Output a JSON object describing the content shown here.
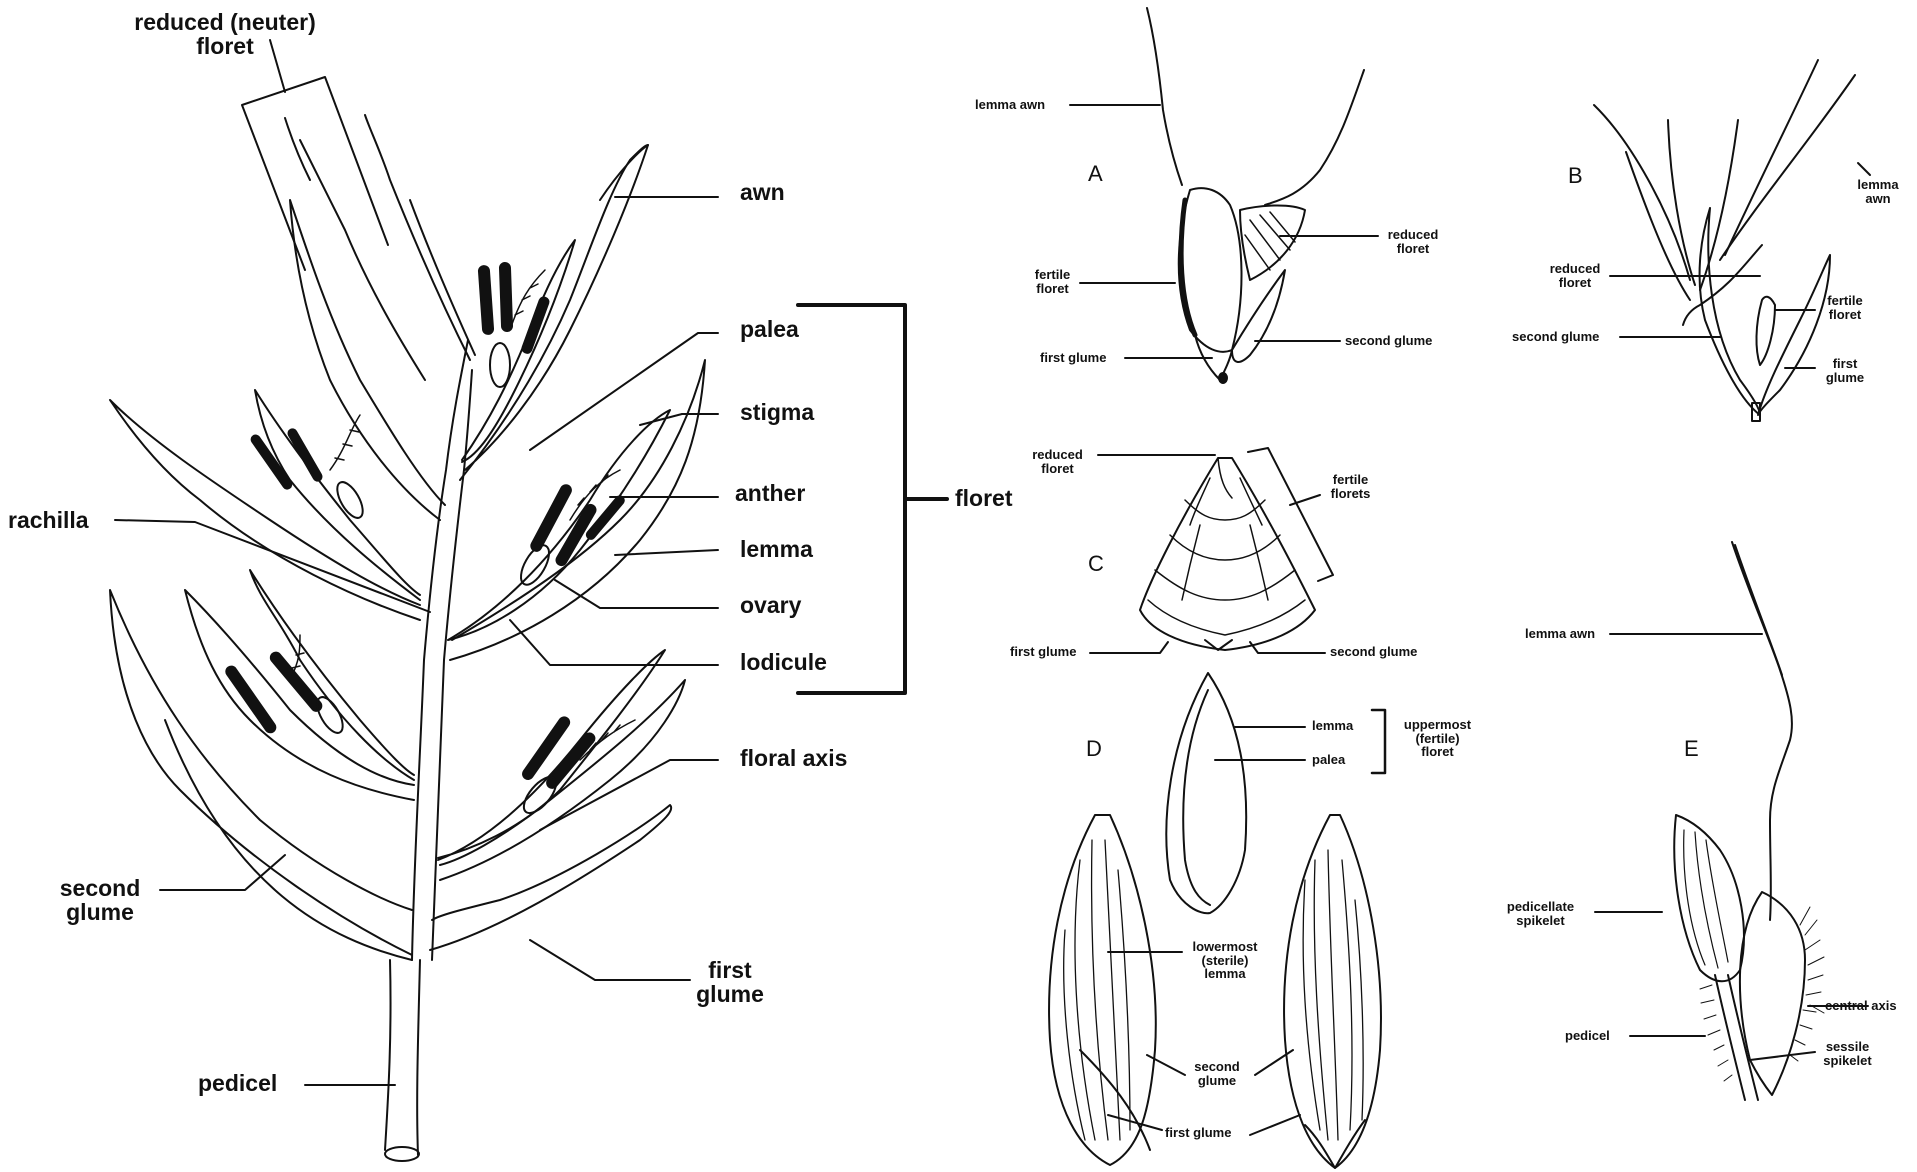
{
  "left": {
    "reduced_floret": "reduced (neuter)\nfloret",
    "awn": "awn",
    "palea": "palea",
    "stigma": "stigma",
    "anther": "anther",
    "lemma": "lemma",
    "ovary": "ovary",
    "lodicule": "lodicule",
    "floret": "floret",
    "rachilla": "rachilla",
    "floral_axis": "floral axis",
    "second_glume": "second\nglume",
    "first_glume": "first\nglume",
    "pedicel": "pedicel"
  },
  "panel_a": {
    "letter": "A",
    "lemma_awn": "lemma awn",
    "fertile_floret": "fertile\nfloret",
    "reduced_floret": "reduced\nfloret",
    "second_glume": "second glume",
    "first_glume": "first glume"
  },
  "panel_b": {
    "letter": "B",
    "lemma_awn": "lemma\nawn",
    "reduced_floret": "reduced\nfloret",
    "fertile_floret": "fertile\nfloret",
    "second_glume": "second glume",
    "first_glume": "first\nglume"
  },
  "panel_c": {
    "letter": "C",
    "reduced_floret": "reduced\nfloret",
    "fertile_florets": "fertile\nflorets",
    "first_glume": "first glume",
    "second_glume": "second glume"
  },
  "panel_d": {
    "letter": "D",
    "lemma": "lemma",
    "palea": "palea",
    "uppermost": "uppermost\n(fertile)\nfloret",
    "lowermost": "lowermost\n(sterile)\nlemma",
    "second_glume": "second\nglume",
    "first_glume": "first glume"
  },
  "panel_e": {
    "letter": "E",
    "lemma_awn": "lemma awn",
    "pedicellate": "pedicellate\nspikelet",
    "pedicel": "pedicel",
    "central_axis": "central axis",
    "sessile": "sessile\nspikelet"
  }
}
